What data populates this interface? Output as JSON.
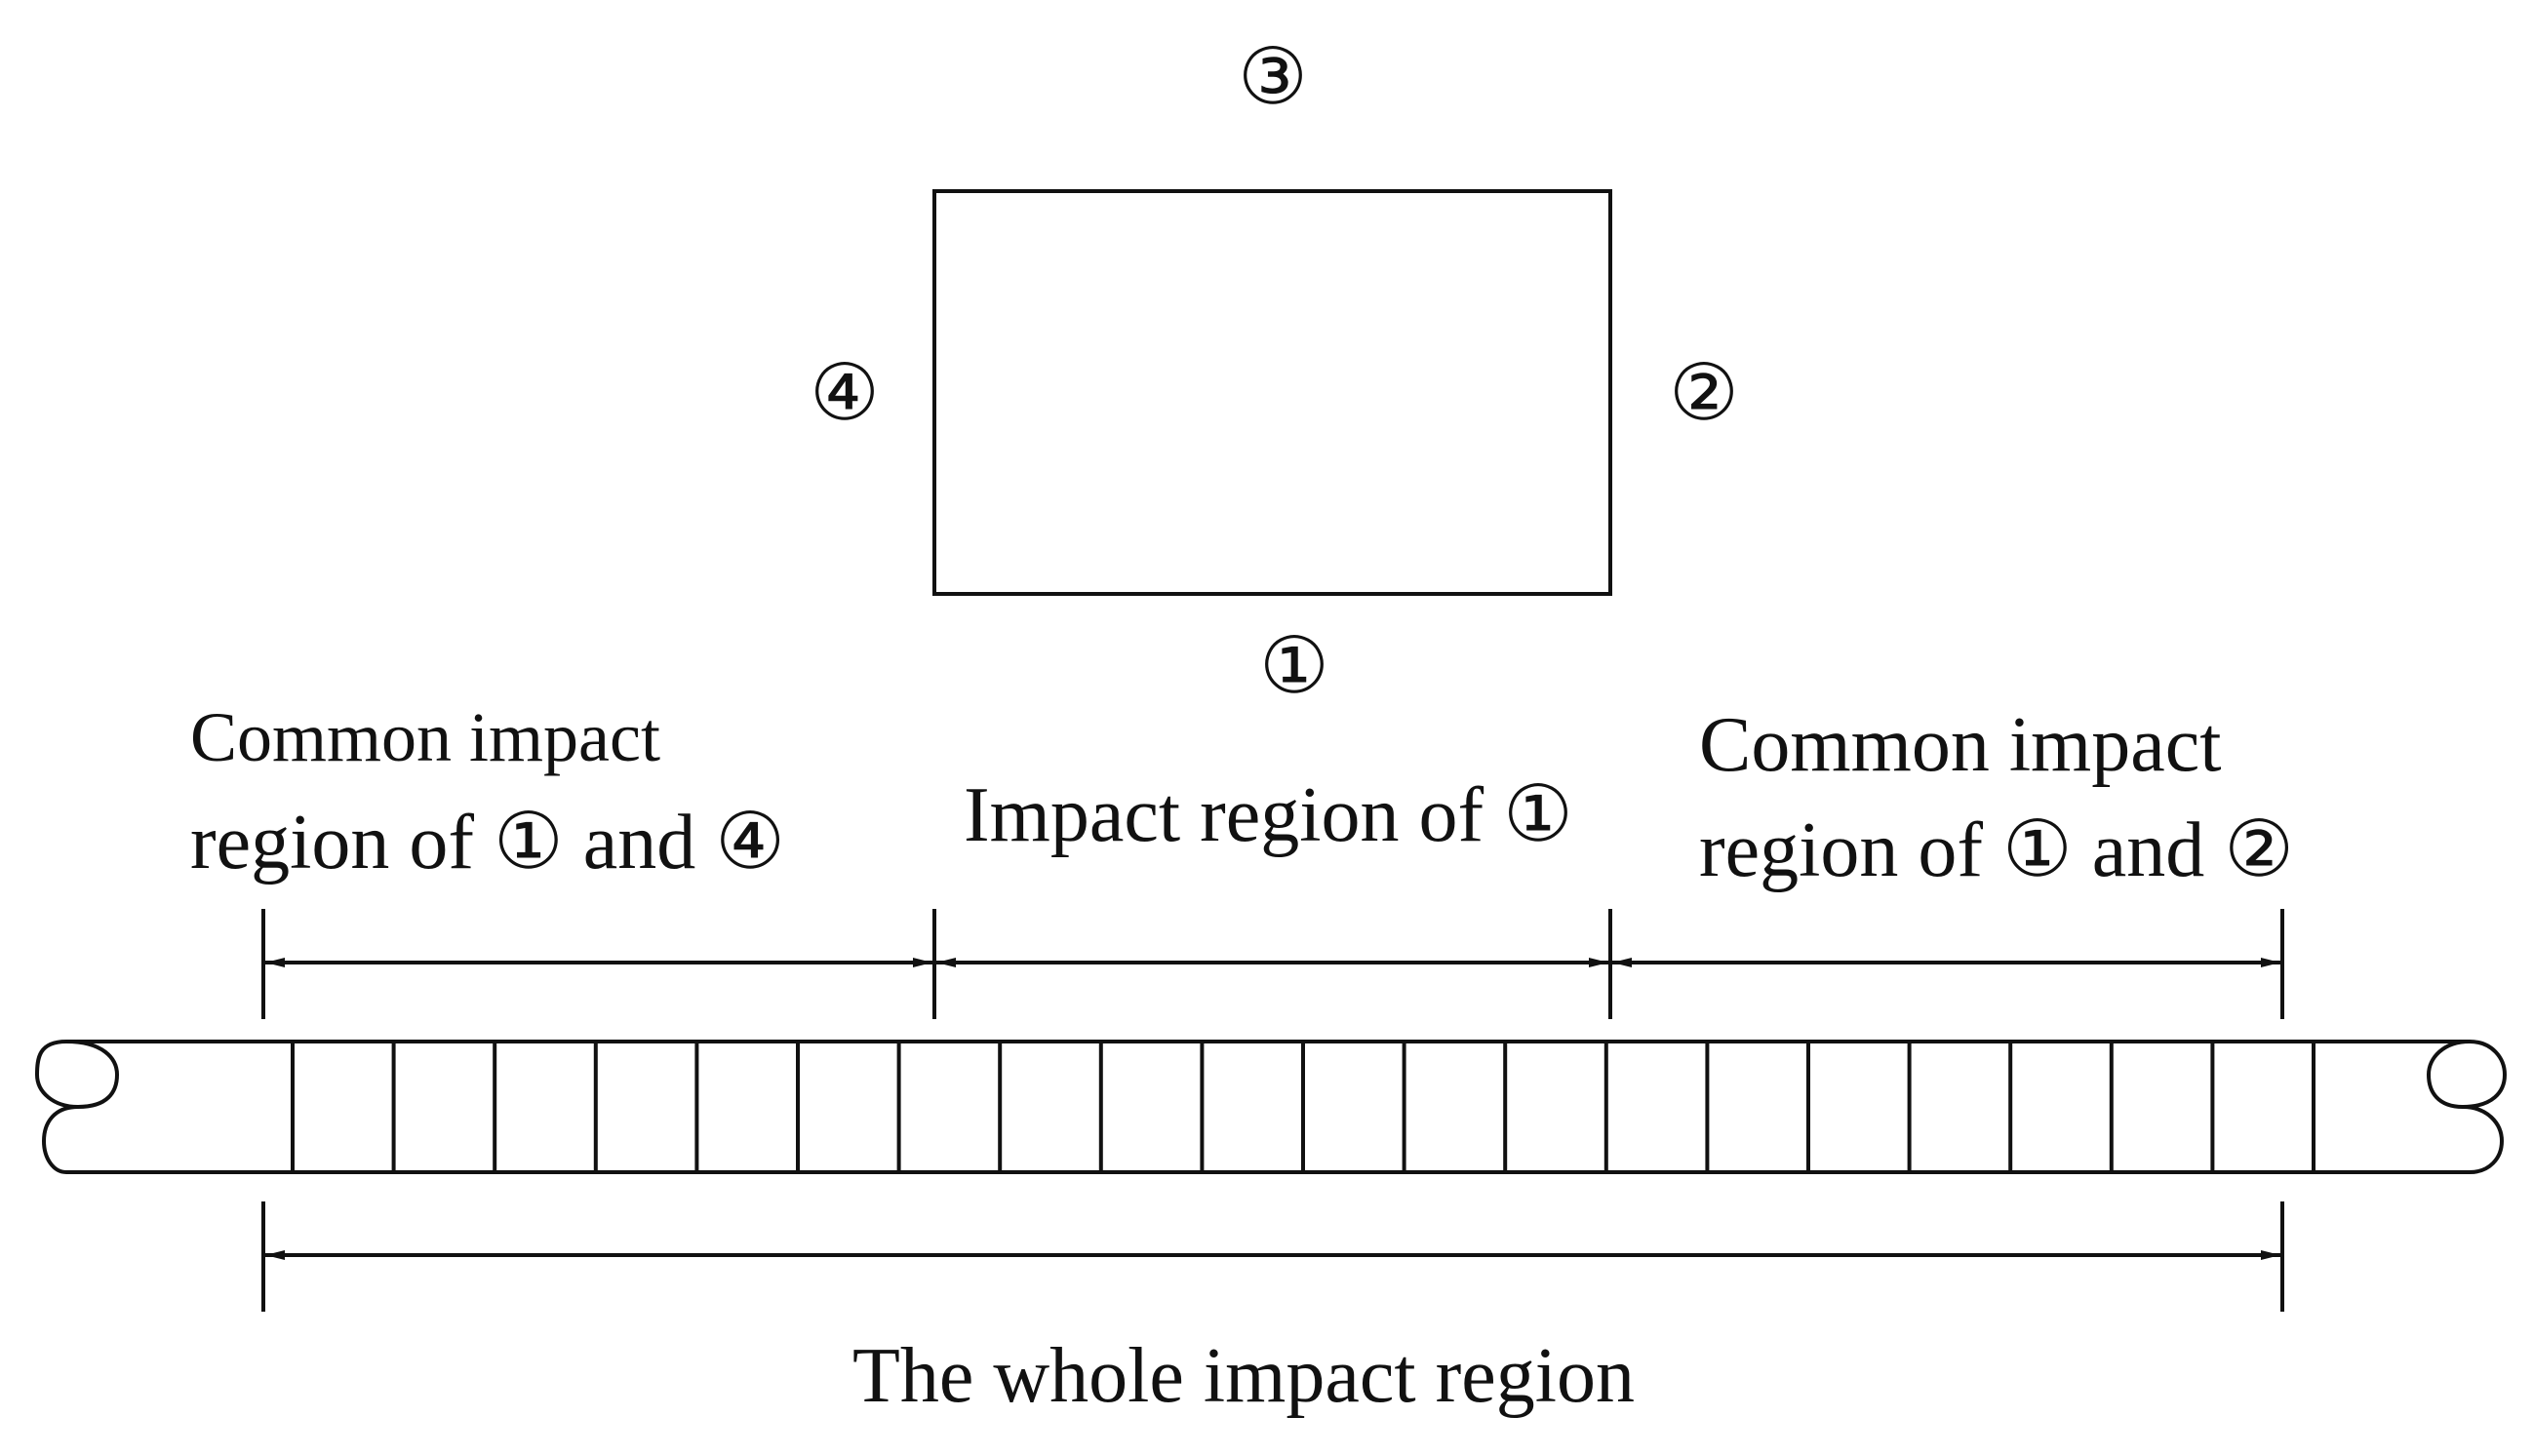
{
  "colors": {
    "stroke": "#111111",
    "background": "#ffffff"
  },
  "source": {
    "labels": {
      "bottom": "①",
      "right": "②",
      "top": "③",
      "left": "④"
    }
  },
  "regions": {
    "left": {
      "line1": "Common impact",
      "line2": "region of ① and ④"
    },
    "middle": {
      "label": "Impact region of ①"
    },
    "right": {
      "line1": "Common impact",
      "line2": "region of ① and ②"
    },
    "whole": {
      "label": "The whole impact region"
    }
  },
  "conveyor": {
    "segment_count": 20
  }
}
